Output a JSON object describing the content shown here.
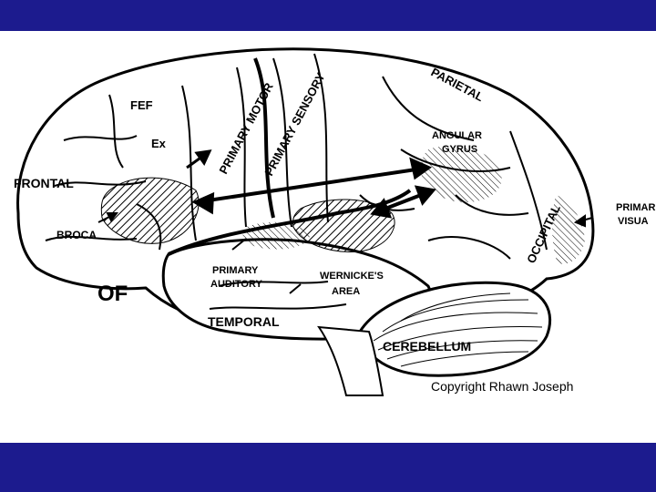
{
  "slide": {
    "band_color": "#1c1b8e",
    "background": "#ffffff"
  },
  "diagram": {
    "labels": {
      "fef": "FEF",
      "ex": "Ex",
      "frontal": "FRONTAL",
      "broca": "BROCA",
      "of": "OF",
      "primary_motor": "PRIMARY MOTOR",
      "primary_sensory": "PRIMARY SENSORY",
      "parietal": "PARIETAL",
      "angular_gyrus_1": "ANGULAR",
      "angular_gyrus_2": "GYRUS",
      "primary_visual_1": "PRIMAR",
      "primary_visual_2": "VISUA",
      "occipital": "OCCIPITAL",
      "primary_auditory_1": "PRIMARY",
      "primary_auditory_2": "AUDITORY",
      "wernicke_1": "WERNICKE'S",
      "wernicke_2": "AREA",
      "temporal": "TEMPORAL",
      "cerebellum": "CEREBELLUM"
    },
    "copyright": "Copyright Rhawn Joseph"
  }
}
